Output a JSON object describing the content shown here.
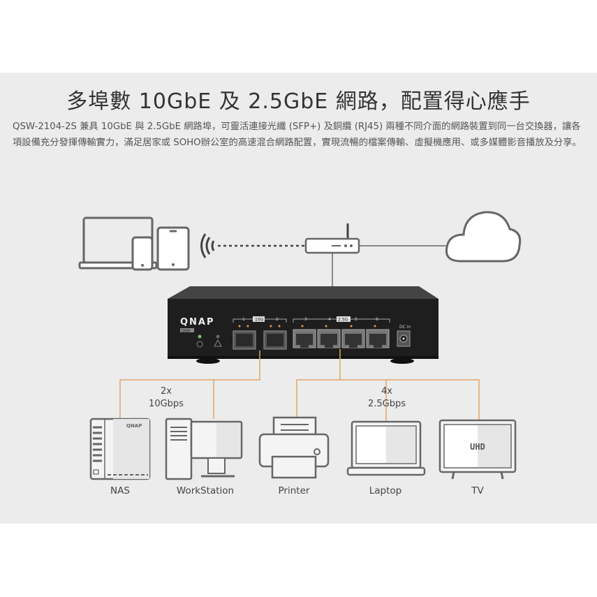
{
  "title": "多埠數 10GbE 及 2.5GbE 網路，配置得心應手",
  "description": "QSW-2104-2S 兼具 10GbE 與 2.5GbE 網路埠，可靈活連接光纖 (SFP+) 及銅纜 (RJ45) 兩種不同介面的網路裝置到同一台交換器，讓各項設備充分發揮傳輸實力，滿足居家或 SOHO辦公室的高速混合網路配置，實現流暢的檔案傳輸、虛擬機應用、或多媒體影音播放及分享。",
  "switch": {
    "brand": "QNAP",
    "model_badge": "QSW",
    "port_numbers": [
      "1",
      "2",
      "3",
      "4",
      "5",
      "6"
    ],
    "sfp_group_label": "10G",
    "rj45_group_label": "2.5G",
    "dc_label": "DC in"
  },
  "groups": {
    "sfp": {
      "count_label": "2x",
      "speed_label": "10Gbps"
    },
    "rj45": {
      "count_label": "4x",
      "speed_label": "2.5Gbps"
    }
  },
  "devices": {
    "nas": {
      "label": "NAS",
      "brand": "QNAP"
    },
    "workstation": {
      "label": "WorkStation"
    },
    "printer": {
      "label": "Printer"
    },
    "laptop": {
      "label": "Laptop"
    },
    "tv": {
      "label": "TV",
      "screen_text": "UHD"
    }
  },
  "colors": {
    "background_panel": "#ececec",
    "connection_line": "#e0a56a",
    "icon_stroke": "#666666",
    "switch_body": "#1e1e1e"
  }
}
